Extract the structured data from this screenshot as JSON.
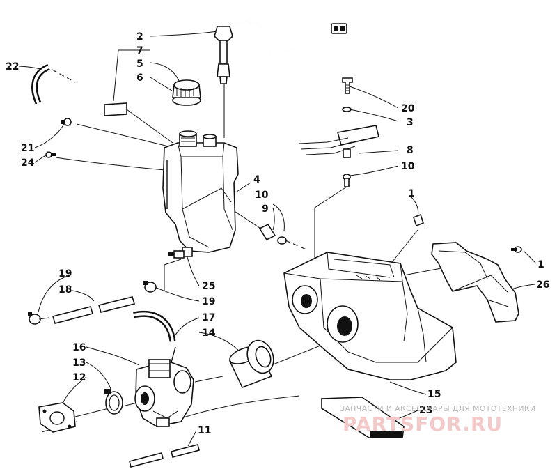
{
  "callouts": {
    "c2": "2",
    "c7": "7",
    "c5": "5",
    "c6": "6",
    "c22": "22",
    "c21": "21",
    "c24": "24",
    "c4": "4",
    "c10a": "10",
    "c9": "9",
    "c20": "20",
    "c3": "3",
    "c8": "8",
    "c10b": "10",
    "c1a": "1",
    "c1b": "1",
    "c26": "26",
    "c19a": "19",
    "c18": "18",
    "c19b": "19",
    "c25": "25",
    "c17": "17",
    "c14": "14",
    "c16": "16",
    "c13": "13",
    "c12": "12",
    "c15": "15",
    "c23": "23",
    "c11": "11"
  },
  "watermark": {
    "subtitle": "ЗАПЧАСТИ И АКСЕССУАРЫ ДЛЯ МОТОТЕХНИКИ",
    "logo": "PARTSFOR.RU"
  },
  "colors": {
    "ink": "#111111",
    "watermark_grey": "#b9b9b9",
    "watermark_red": "#f3c9c9"
  }
}
